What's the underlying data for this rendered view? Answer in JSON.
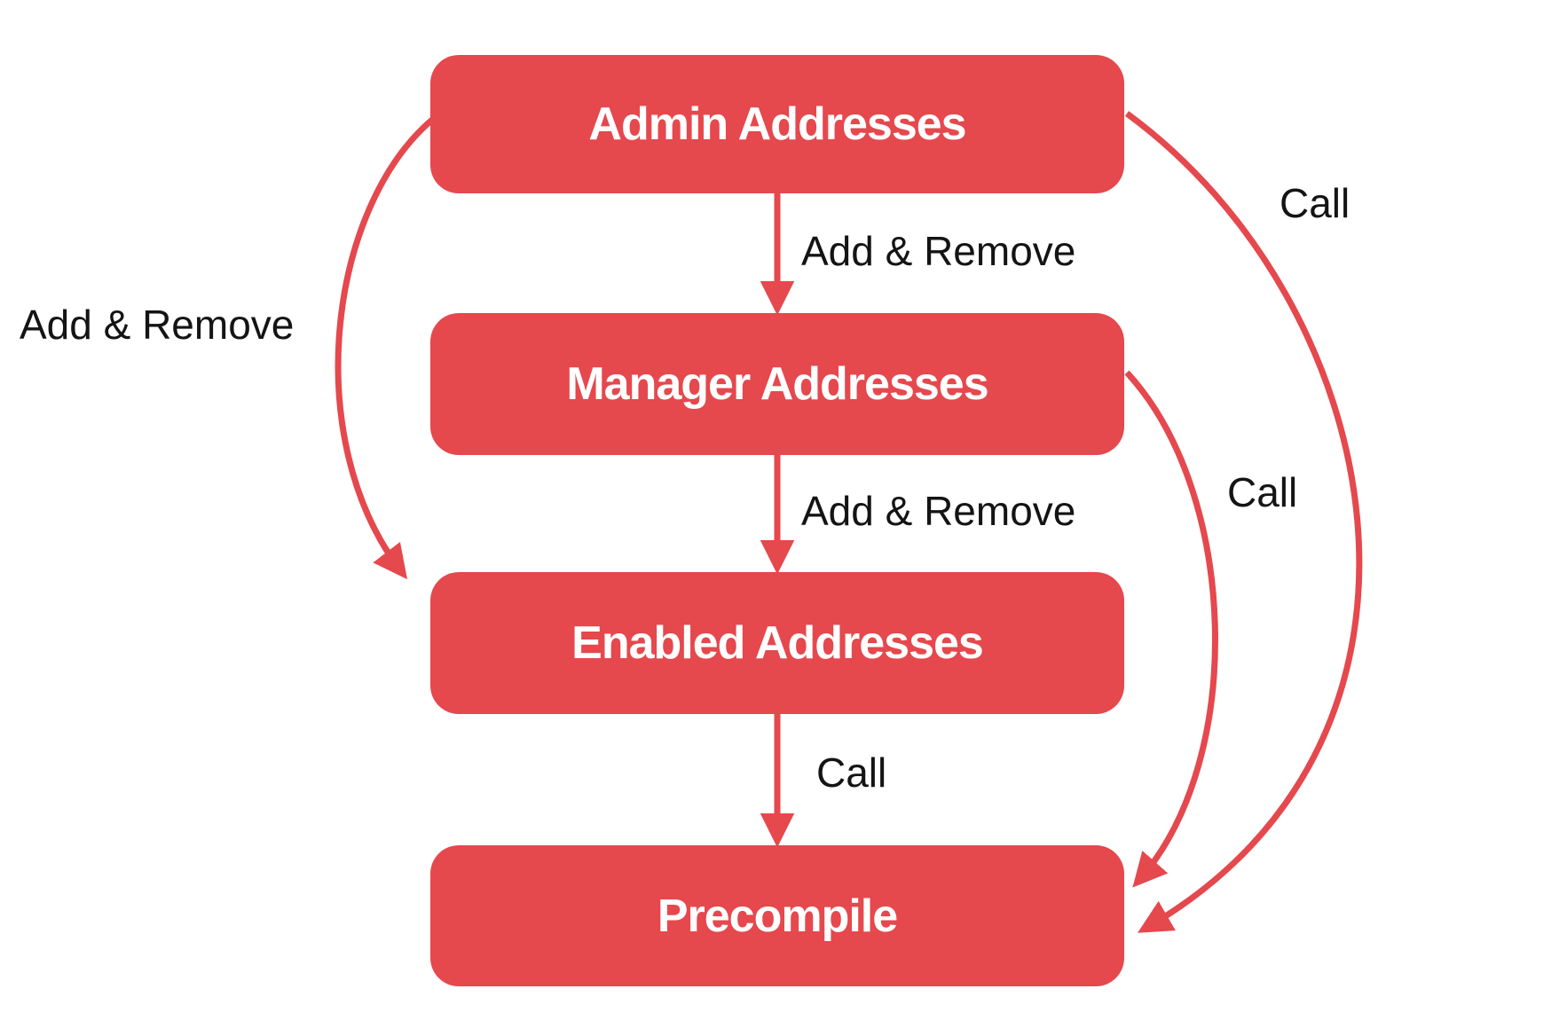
{
  "canvas": {
    "bg": "#ffffff",
    "box_color": "#e5484d",
    "arrow_color": "#e5484d",
    "box_text_color": "#ffffff",
    "label_text_color": "#141414"
  },
  "nodes": [
    {
      "id": "admin",
      "label": "Admin Addresses"
    },
    {
      "id": "manager",
      "label": "Manager Addresses"
    },
    {
      "id": "enabled",
      "label": "Enabled Addresses"
    },
    {
      "id": "precompile",
      "label": "Precompile"
    }
  ],
  "edges": [
    {
      "from": "admin",
      "to": "manager",
      "label": "Add & Remove"
    },
    {
      "from": "manager",
      "to": "enabled",
      "label": "Add & Remove"
    },
    {
      "from": "enabled",
      "to": "precompile",
      "label": "Call"
    },
    {
      "from": "admin",
      "to": "enabled",
      "label": "Add & Remove"
    },
    {
      "from": "admin",
      "to": "precompile",
      "label": "Call"
    },
    {
      "from": "manager",
      "to": "precompile",
      "label": "Call"
    }
  ]
}
